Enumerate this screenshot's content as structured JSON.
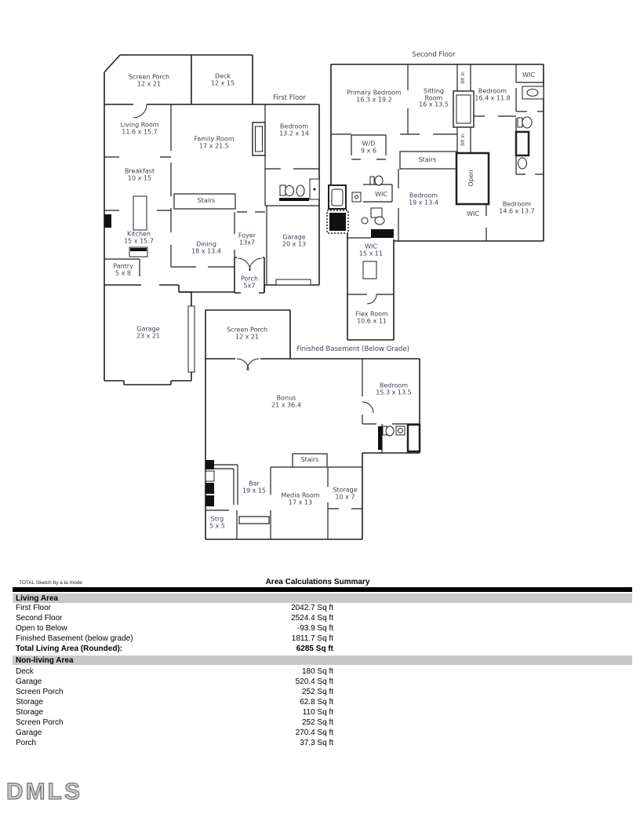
{
  "plan": {
    "first": {
      "title": "First Floor",
      "rooms": [
        {
          "name": "Screen Porch",
          "dims": "12 x 21"
        },
        {
          "name": "Deck",
          "dims": "12 x 15"
        },
        {
          "name": "Living Room",
          "dims": "11.6 x 15.7"
        },
        {
          "name": "Family Room",
          "dims": "17 x 21.5"
        },
        {
          "name": "Bedroom",
          "dims": "13.2 x 14"
        },
        {
          "name": "Breakfast",
          "dims": "10 x 15"
        },
        {
          "name": "Stairs",
          "dims": ""
        },
        {
          "name": "Kitchen",
          "dims": "15 x 15.7"
        },
        {
          "name": "Dining",
          "dims": "18 x 13.4"
        },
        {
          "name": "Foyer",
          "dims": "13x7"
        },
        {
          "name": "Garage",
          "dims": "20 x 13"
        },
        {
          "name": "Pantry",
          "dims": "5 x 8"
        },
        {
          "name": "Porch",
          "dims": "5x7"
        },
        {
          "name": "Garage",
          "dims": "23 x 21"
        }
      ]
    },
    "second": {
      "title": "Second Floor",
      "rooms": [
        {
          "name": "Primary Bedroom",
          "dims": "16.3 x 19.2"
        },
        {
          "name": "Sitting Room",
          "dims": "16 x 13.5"
        },
        {
          "name": "Bedroom",
          "dims": "16.4 x 11.8"
        },
        {
          "name": "WIC",
          "dims": ""
        },
        {
          "name": "W/D",
          "dims": "9 x 6"
        },
        {
          "name": "Stairs",
          "dims": ""
        },
        {
          "name": "Open",
          "dims": ""
        },
        {
          "name": "WIC",
          "dims": ""
        },
        {
          "name": "Bedroom",
          "dims": "19 x 13.4"
        },
        {
          "name": "WIC",
          "dims": ""
        },
        {
          "name": "Bedroom",
          "dims": "14.6 x 13.7"
        },
        {
          "name": "WIC",
          "dims": "15 x 11"
        },
        {
          "name": "Flex Room",
          "dims": "10.6 x 11"
        },
        {
          "name": "Blt In",
          "dims": ""
        },
        {
          "name": "Blt In",
          "dims": ""
        }
      ]
    },
    "basement": {
      "title": "Finished Basement (Below Grade)",
      "rooms": [
        {
          "name": "Screen Porch",
          "dims": "12 x 21"
        },
        {
          "name": "Bonus",
          "dims": "21 x 36.4"
        },
        {
          "name": "Bedroom",
          "dims": "15.3 x 13.5"
        },
        {
          "name": "Stairs",
          "dims": ""
        },
        {
          "name": "Bar",
          "dims": "19 x 15"
        },
        {
          "name": "Media Room",
          "dims": "17 x 13"
        },
        {
          "name": "Storage",
          "dims": "10 x 7"
        },
        {
          "name": "Strg",
          "dims": "5 x 5"
        }
      ]
    }
  },
  "summary": {
    "brand": "TOTAL Sketch by a la mode",
    "title": "Area Calculations Summary",
    "living_header": "Living Area",
    "living_rows": [
      {
        "label": "First Floor",
        "value": "2042.7 Sq ft"
      },
      {
        "label": "Second Floor",
        "value": "2524.4 Sq ft"
      },
      {
        "label": "Open to Below",
        "value": "-93.9 Sq ft"
      },
      {
        "label": "Finished Basement (below grade)",
        "value": "1811.7 Sq ft"
      }
    ],
    "total_row": {
      "label": "Total Living Area (Rounded):",
      "value": "6285 Sq ft"
    },
    "nonliving_header": "Non-living Area",
    "nonliving_rows": [
      {
        "label": "Deck",
        "value": "180 Sq ft"
      },
      {
        "label": "Garage",
        "value": "520.4 Sq ft"
      },
      {
        "label": "Screen Porch",
        "value": "252 Sq ft"
      },
      {
        "label": "Storage",
        "value": "62.8 Sq ft"
      },
      {
        "label": "Storage",
        "value": "110 Sq ft"
      },
      {
        "label": "Screen Porch",
        "value": "252 Sq ft"
      },
      {
        "label": "Garage",
        "value": "270.4 Sq ft"
      },
      {
        "label": "Porch",
        "value": "37.3 Sq ft"
      }
    ]
  },
  "watermark": "DMLS"
}
